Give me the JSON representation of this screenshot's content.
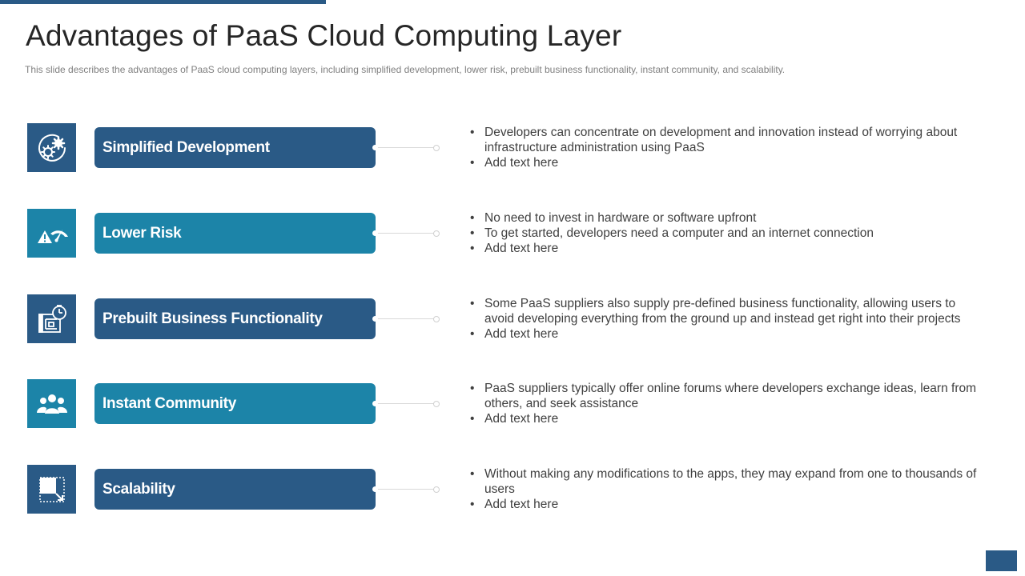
{
  "title": "Advantages of PaaS Cloud Computing Layer",
  "subtitle": "This slide describes the advantages  of PaaS cloud computing layers, including simplified development,  lower risk, prebuilt business functionality, instant community, and scalability.",
  "colors": {
    "dark": "#2a5a86",
    "teal": "#1c84a8"
  },
  "items": [
    {
      "label": "Simplified Development",
      "icon": "gears-icon",
      "bullets": [
        "Developers can concentrate  on development  and innovation  instead of worrying  about infrastructure  administration using PaaS",
        "Add text here"
      ]
    },
    {
      "label": "Lower Risk",
      "icon": "risk-gauge-icon",
      "bullets": [
        "No need to invest  in hardware or software upfront",
        "To get started, developers need a computer and an internet connection",
        "Add text here"
      ]
    },
    {
      "label": "Prebuilt Business Functionality",
      "icon": "blueprint-clock-icon",
      "bullets": [
        "Some PaaS suppliers also supply pre-defined business functionality,  allowing users to avoid developing everything  from the ground up and instead get right into their projects",
        "Add text here"
      ]
    },
    {
      "label": "Instant Community",
      "icon": "people-group-icon",
      "bullets": [
        "PaaS suppliers typically  offer online forums where developers exchange  ideas, learn from others,  and seek assistance",
        "Add text here"
      ]
    },
    {
      "label": "Scalability",
      "icon": "scale-up-icon",
      "bullets": [
        "Without making any modifications to the apps, they may expand from one to thousands  of users",
        "Add text here"
      ]
    }
  ]
}
